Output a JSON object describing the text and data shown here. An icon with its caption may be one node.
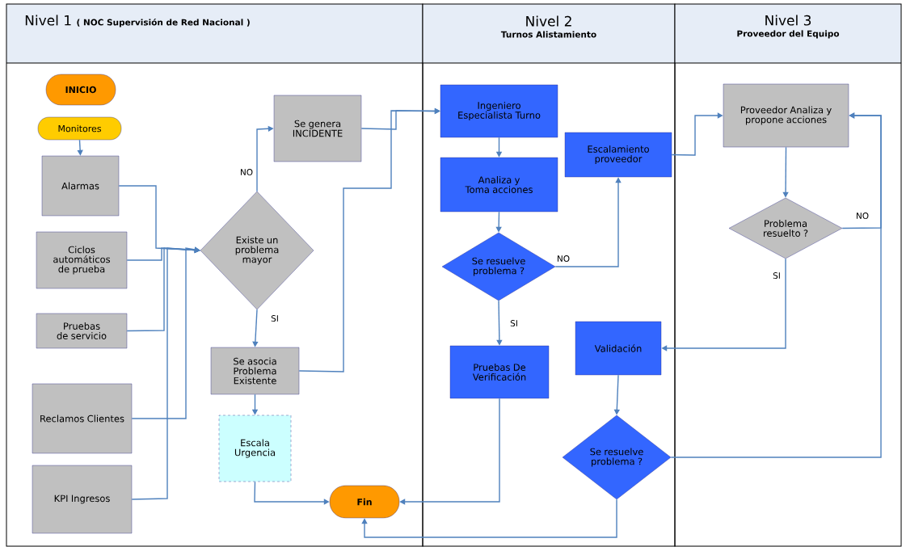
{
  "diagram": {
    "nodes": [
      {
        "text": [
          "Nivel 1",
          "( NOC Supervisión de Red Nacional )"
        ]
      },
      {
        "text": [
          "Nivel 2",
          "Turnos Alistamiento"
        ]
      },
      {
        "text": [
          "Nivel 3",
          "Proveedor del Equipo"
        ]
      },
      {
        "text": [
          "INICIO"
        ],
        "in": 0
      },
      {
        "text": [
          "Monitores"
        ],
        "in": 0
      },
      {
        "text": [
          "Alarmas"
        ],
        "in": 0
      },
      {
        "text": [
          "Ciclos automáticos de prueba"
        ],
        "in": 0
      },
      {
        "text": [
          "Pruebas de servicio"
        ],
        "in": 0
      },
      {
        "text": [
          "Reclamos Clientes"
        ],
        "in": 0
      },
      {
        "text": [
          "KPI Ingresos"
        ],
        "in": 0
      },
      {
        "text": [
          "Existe un problema mayor"
        ],
        "in": 0
      },
      {
        "text": [
          "Se genera INCIDENTE"
        ],
        "in": 0
      },
      {
        "text": [
          "Se asocia Problema Existente"
        ],
        "in": 0
      },
      {
        "text": [
          "Escala Urgencia"
        ],
        "in": 0
      },
      {
        "text": [
          "Fin"
        ],
        "in": 0
      },
      {
        "text": [
          "Ingeniero Especialista Turno"
        ],
        "in": 1
      },
      {
        "text": [
          "Analiza y Toma acciones"
        ],
        "in": 1
      },
      {
        "text": [
          "Se resuelve problema ?"
        ],
        "in": 1
      },
      {
        "text": [
          "Escalamiento proveedor"
        ],
        "in": 1
      },
      {
        "text": [
          "Pruebas De Verificación"
        ],
        "in": 1
      },
      {
        "text": [
          "Validación"
        ],
        "in": 1
      },
      {
        "text": [
          "Se resuelve problema ?"
        ],
        "in": 1
      },
      {
        "text": [
          "Proveedor Analiza y propone acciones"
        ],
        "in": 2
      },
      {
        "text": [
          "Problema resuelto ?"
        ],
        "in": 2
      }
    ],
    "edges": [
      {
        "from": 4,
        "to": 5,
        "arrow": "to"
      },
      {
        "from": 5,
        "to": 10,
        "arrow": "to"
      },
      {
        "from": 6,
        "to": 10,
        "arrow": "to"
      },
      {
        "from": 7,
        "to": 10,
        "arrow": "to"
      },
      {
        "from": 8,
        "to": 10,
        "arrow": "to"
      },
      {
        "from": 9,
        "to": 10,
        "arrow": "to"
      },
      {
        "from": 10,
        "to": 11,
        "arrow": "to",
        "label": "NO"
      },
      {
        "from": 10,
        "to": 12,
        "arrow": "to",
        "label": "SI"
      },
      {
        "from": 11,
        "to": 15,
        "arrow": "to"
      },
      {
        "from": 12,
        "to": 15,
        "arrow": "to"
      },
      {
        "from": 12,
        "to": 13,
        "arrow": "to"
      },
      {
        "from": 13,
        "to": 14,
        "arrow": "to"
      },
      {
        "from": 15,
        "to": 16,
        "arrow": "to"
      },
      {
        "from": 16,
        "to": 17,
        "arrow": "to"
      },
      {
        "from": 17,
        "to": 18,
        "arrow": "to",
        "label": "NO"
      },
      {
        "from": 17,
        "to": 19,
        "arrow": "to",
        "label": "SI"
      },
      {
        "from": 19,
        "to": 14,
        "arrow": "to"
      },
      {
        "from": 18,
        "to": 22,
        "arrow": "to"
      },
      {
        "from": 22,
        "to": 23,
        "arrow": "to"
      },
      {
        "from": 23,
        "to": 20,
        "arrow": "to",
        "label": "SI"
      },
      {
        "from": 23,
        "to": 22,
        "arrow": "to",
        "label": "NO"
      },
      {
        "from": 21,
        "to": 22,
        "arrow": "to"
      },
      {
        "from": 21,
        "to": 14,
        "arrow": "to"
      },
      {
        "from": 20,
        "to": 21,
        "arrow": "to"
      }
    ]
  }
}
